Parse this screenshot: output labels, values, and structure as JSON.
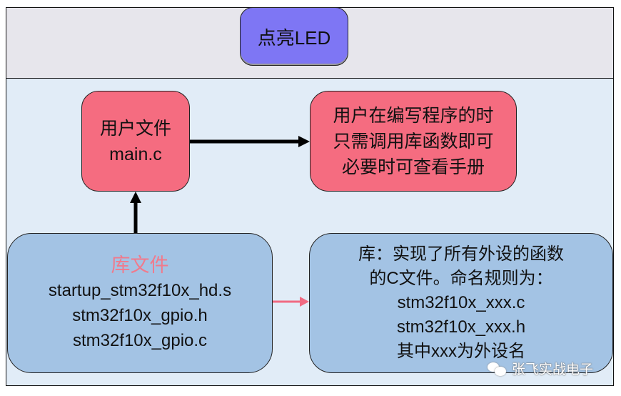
{
  "title": "点亮LED",
  "user_file": {
    "label": "用户文件",
    "filename": "main.c"
  },
  "user_note": {
    "lines": [
      "用户在编写程序的时",
      "只需调用库函数即可",
      "必要时可查看手册"
    ]
  },
  "library": {
    "label": "库文件",
    "files": [
      "startup_stm32f10x_hd.s",
      "stm32f10x_gpio.h",
      "stm32f10x_gpio.c"
    ]
  },
  "library_note": {
    "lines": [
      "库：实现了所有外设的函数",
      "的C文件。命名规则为：",
      "stm32f10x_xxx.c",
      "stm32f10x_xxx.h",
      "其中xxx为外设名"
    ]
  },
  "watermark": "张飞实战电子",
  "colors": {
    "title_box": "#7e76f4",
    "user_box": "#f56c80",
    "library_box": "#a3c3e4",
    "library_label": "#f07a8c",
    "lib_arrow": "#f06a82",
    "top_panel": "#e7e6ec",
    "main_panel": "#e1ecf7"
  }
}
